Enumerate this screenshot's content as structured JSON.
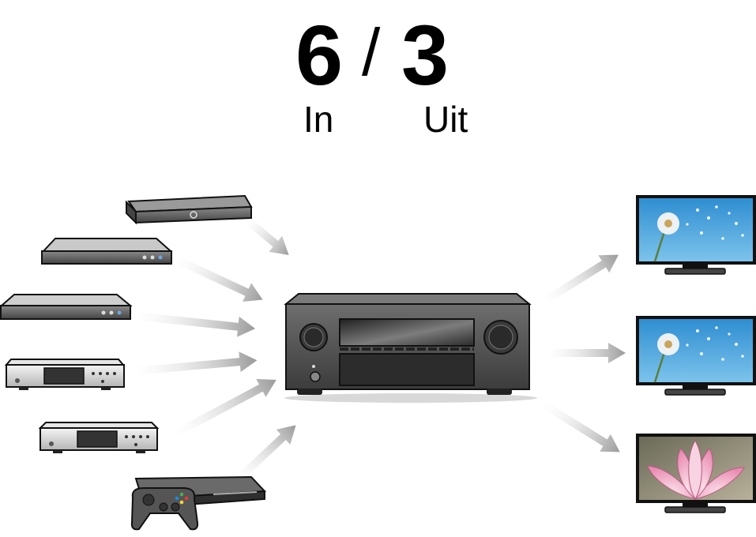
{
  "header": {
    "inputs_count": "6",
    "separator": "/",
    "outputs_count": "3",
    "inputs_label": "In",
    "outputs_label": "Uit"
  },
  "sources": [
    {
      "icon": "streaming-box-icon"
    },
    {
      "icon": "bluray-player-icon"
    },
    {
      "icon": "dvd-player-icon"
    },
    {
      "icon": "cd-player-icon"
    },
    {
      "icon": "media-player-icon"
    },
    {
      "icon": "game-console-icon"
    }
  ],
  "receiver": {
    "icon": "av-receiver-icon"
  },
  "displays": [
    {
      "icon": "tv-dandelion-icon"
    },
    {
      "icon": "tv-dandelion-icon"
    },
    {
      "icon": "tv-lotus-icon"
    }
  ],
  "colors": {
    "arrow": "#a6a6a6",
    "device_body": "#555555",
    "device_light": "#d9d9d9",
    "sky": "#3f9fd6",
    "lotus_pink": "#f2a8c4"
  }
}
